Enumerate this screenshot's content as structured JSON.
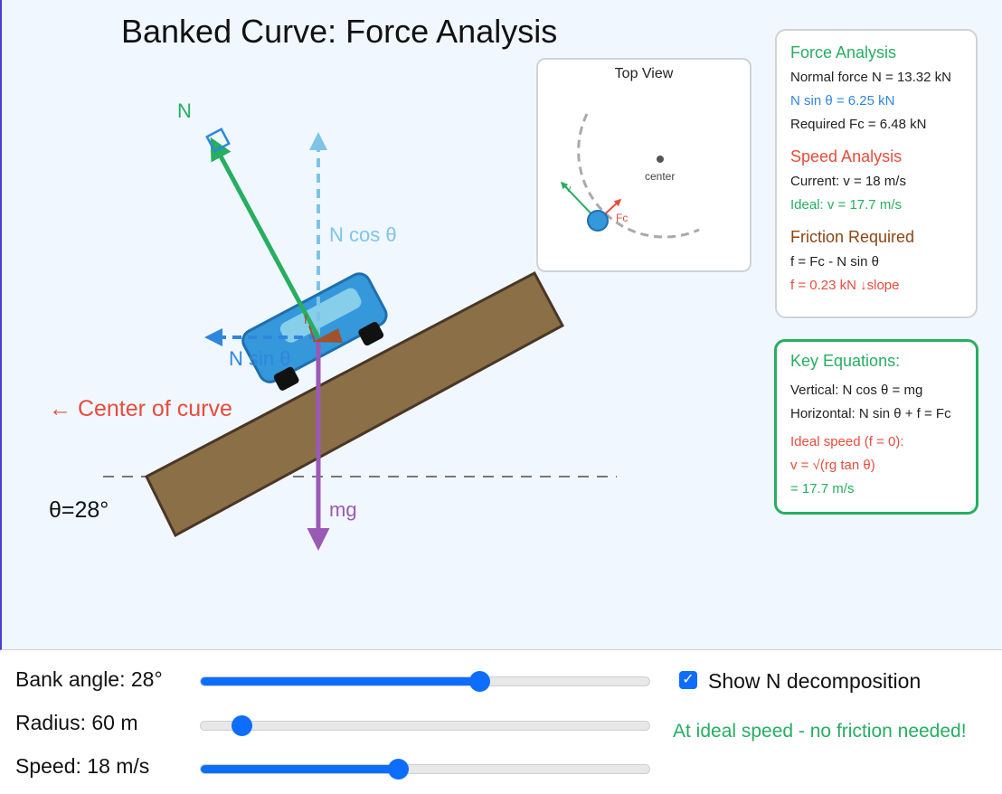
{
  "title": "Banked Curve: Force Analysis",
  "diagram": {
    "labels": {
      "normal": "N",
      "n_cos": "N cos θ",
      "n_sin": "N sin θ",
      "weight": "mg",
      "friction": "f",
      "center_of_curve": "← Center of curve",
      "angle": "θ=28°"
    },
    "colors": {
      "normal": "#27ae60",
      "n_cos": "#7fc4e6",
      "n_sin": "#2e86de",
      "weight": "#9b59b6",
      "friction": "#a0522d",
      "road": "#8b6f47",
      "car": "#3498db",
      "center_text": "#e74c3c"
    },
    "top_view": {
      "title": "Top View",
      "center_label": "center",
      "fc_label": "Fc",
      "v_label": "v"
    }
  },
  "force_analysis": {
    "heading": "Force Analysis",
    "lines": {
      "normal": "Normal force N = 13.32 kN",
      "n_sin": "N sin θ = 6.25 kN",
      "fc": "Required Fc = 6.48 kN"
    },
    "speed_heading": "Speed Analysis",
    "speed_lines": {
      "current": "Current: v = 18 m/s",
      "ideal": "Ideal: v = 17.7 m/s"
    },
    "friction_heading": "Friction Required",
    "friction_lines": {
      "formula": "f = Fc - N sin θ",
      "value": "f = 0.23 kN ↓slope"
    }
  },
  "key_equations": {
    "heading": "Key Equations:",
    "vertical": "Vertical: N cos θ = mg",
    "horizontal": "Horizontal: N sin θ + f = Fc",
    "ideal_heading": "Ideal speed (f = 0):",
    "ideal_formula": "v = √(rg tan θ)",
    "ideal_value": "= 17.7 m/s"
  },
  "controls": {
    "bank_angle": {
      "label": "Bank angle: 28°",
      "fraction": 0.62
    },
    "radius": {
      "label": "Radius: 60 m",
      "fraction": 0.09
    },
    "speed": {
      "label": "Speed: 18 m/s",
      "fraction": 0.44
    },
    "show_decomposition": {
      "label": "Show N decomposition",
      "checked": true
    },
    "status": "At ideal speed - no friction needed!"
  }
}
